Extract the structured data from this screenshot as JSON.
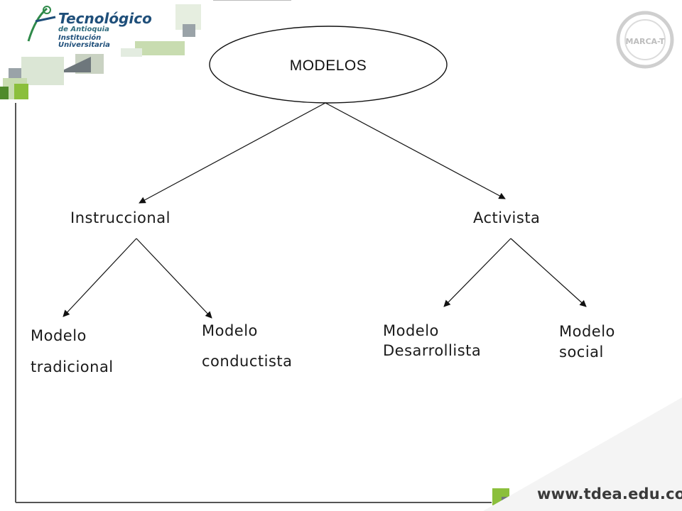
{
  "branding": {
    "logo_line1": "Tecnológico",
    "logo_line2": "de Antioquia",
    "logo_line3": "Institución Universitaria",
    "seal_text": "MARCA-T",
    "website": "www.tdea.edu.co"
  },
  "diagram": {
    "root": "MODELOS",
    "branches": [
      "Instruccional",
      "Activista"
    ],
    "leaves": {
      "tradicional": [
        "Modelo",
        "tradicional"
      ],
      "conductista": [
        "Modelo",
        "conductista"
      ],
      "desarrollista": [
        "Modelo",
        "Desarrollista"
      ],
      "social": [
        "Modelo",
        "social"
      ]
    }
  },
  "colors": {
    "green_light": "#c8dcb0",
    "green": "#8bbf3c",
    "green_dark": "#4f8a2b",
    "grey": "#9aa3a8",
    "grey_dark": "#6e777c",
    "navy": "#1f4f7a"
  }
}
